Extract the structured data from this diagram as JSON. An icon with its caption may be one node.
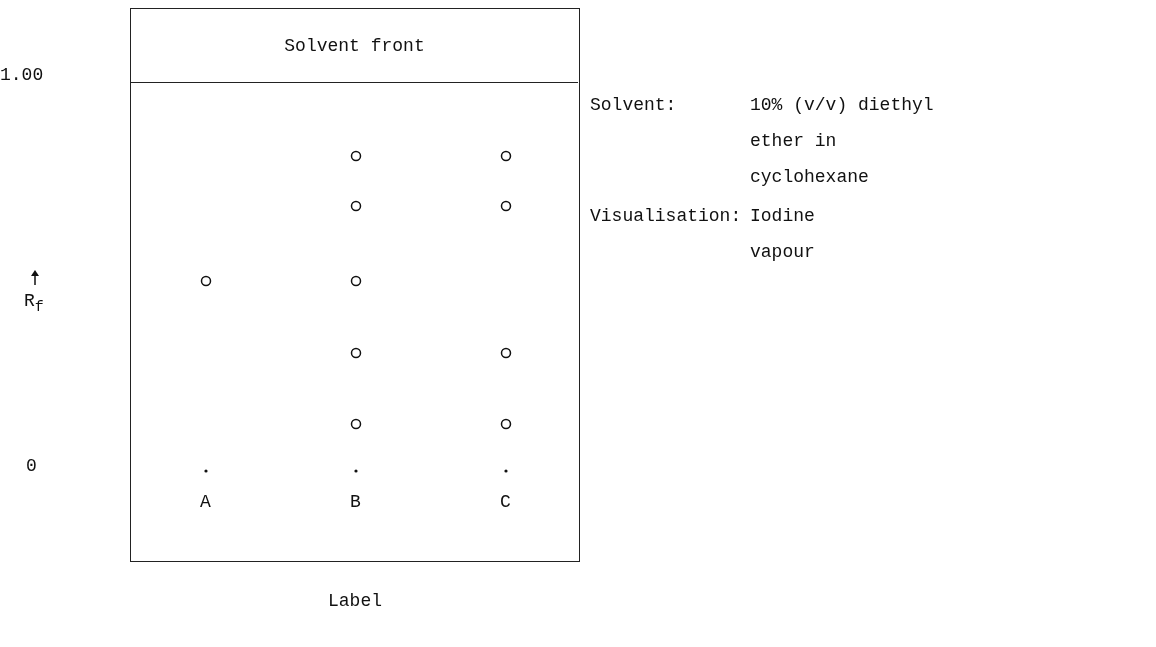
{
  "diagram": {
    "nodes": [
      {
        "text": [],
        "shape": "box"
      },
      {
        "text": [
          "Solvent front"
        ],
        "in": 0
      }
    ],
    "labels": [
      "1.00",
      "R$_{f}$",
      "0",
      "A",
      "B",
      "C",
      "Label",
      "Solvent:",
      "10% (v/v) diethyl ether in cyclohexane",
      "Visualisation:",
      "Iodine vapour"
    ]
  }
}
